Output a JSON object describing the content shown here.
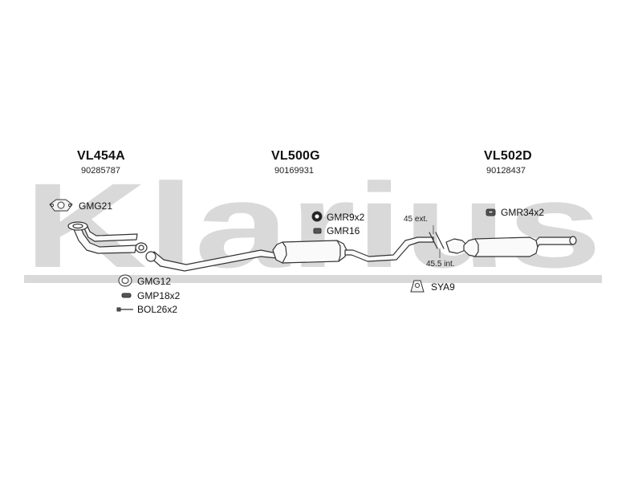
{
  "watermark": {
    "text": "Klarius",
    "color": "#d9d9d9"
  },
  "parts": [
    {
      "ref": "VL454A",
      "code": "90285787"
    },
    {
      "ref": "VL500G",
      "code": "90169931"
    },
    {
      "ref": "VL502D",
      "code": "90128437"
    }
  ],
  "accessories": [
    {
      "label": "GMG21",
      "icon": "gasket-icon"
    },
    {
      "label": "GMR9x2",
      "icon": "rubber-ring-icon"
    },
    {
      "label": "GMR16",
      "icon": "rubber-mount-icon"
    },
    {
      "label": "GMR34x2",
      "icon": "rubber-mount-icon"
    },
    {
      "label": "GMG12",
      "icon": "ring-gasket-icon"
    },
    {
      "label": "GMP18x2",
      "icon": "clamp-icon"
    },
    {
      "label": "BOL26x2",
      "icon": "bolt-icon"
    },
    {
      "label": "SYA9",
      "icon": "bracket-icon"
    }
  ],
  "dimensions": {
    "external": "45 ext.",
    "internal": "45.5 int."
  },
  "colors": {
    "line": "#333333",
    "fill": "#f2f2f2"
  }
}
